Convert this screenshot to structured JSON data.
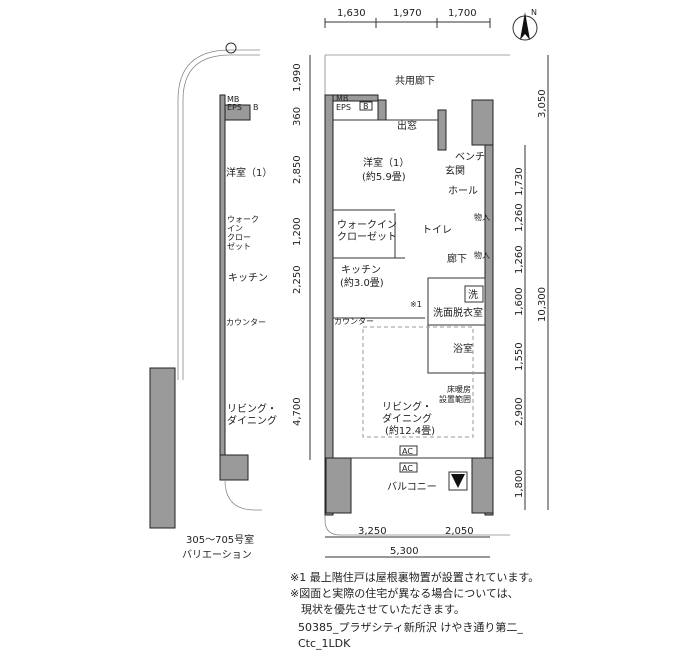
{
  "plan": {
    "corridor": "共用廊下",
    "mb": "MB",
    "eps": "EPS",
    "b": "B",
    "window": "出窓",
    "bedroom": "洋室（1）",
    "bedroom_size": "(約5.9畳)",
    "bench": "ベンチ",
    "entrance": "玄関",
    "hall": "ホール",
    "storage1": "物入",
    "storage2": "物入",
    "wic1": "ウォークイン",
    "wic2": "クローゼット",
    "toilet": "トイレ",
    "hallway": "廊下",
    "kitchen": "キッチン",
    "kitchen_size": "(約3.0畳)",
    "note_mark": "※1",
    "wash": "洗",
    "washroom": "洗面脱衣室",
    "counter": "カウンター",
    "bath": "浴室",
    "floorheat1": "床暖房",
    "floorheat2": "設置範囲",
    "living1": "リビング・",
    "living2": "ダイニング",
    "living_size": "(約12.4畳)",
    "ac1": "AC",
    "ac2": "AC",
    "balcony": "バルコニー"
  },
  "variation": {
    "bedroom": "洋室（1）",
    "wic": [
      "ウォーク",
      "イン",
      "クロー",
      "ゼット"
    ],
    "kitchen": "キッチン",
    "counter": "カウンター",
    "living1": "リビング・",
    "living2": "ダイニング",
    "mb": "MB",
    "eps": "EPS",
    "b": "B",
    "caption1": "305〜705号室",
    "caption2": "バリエーション"
  },
  "dims": {
    "top": [
      "1,630",
      "1,970",
      "1,700"
    ],
    "left": [
      "1,990",
      "360",
      "2,850",
      "1,200",
      "2,250",
      "4,700"
    ],
    "right_inner": [
      "1,730",
      "1,260",
      "1,260",
      "1,600",
      "1,550",
      "2,900",
      "1,800"
    ],
    "right_outer": [
      "3,050",
      "10,300"
    ],
    "bottom": [
      "3,250",
      "2,050",
      "5,300"
    ]
  },
  "compass": "N",
  "notes": [
    "※1 最上階住戸は屋根裏物置が設置されています。",
    "※図面と実際の住宅が異なる場合については、",
    "　現状を優先させていただきます。"
  ],
  "footer": [
    "50385_プラザシティ新所沢 けやき通り第二_",
    "Ctc_1LDK"
  ]
}
